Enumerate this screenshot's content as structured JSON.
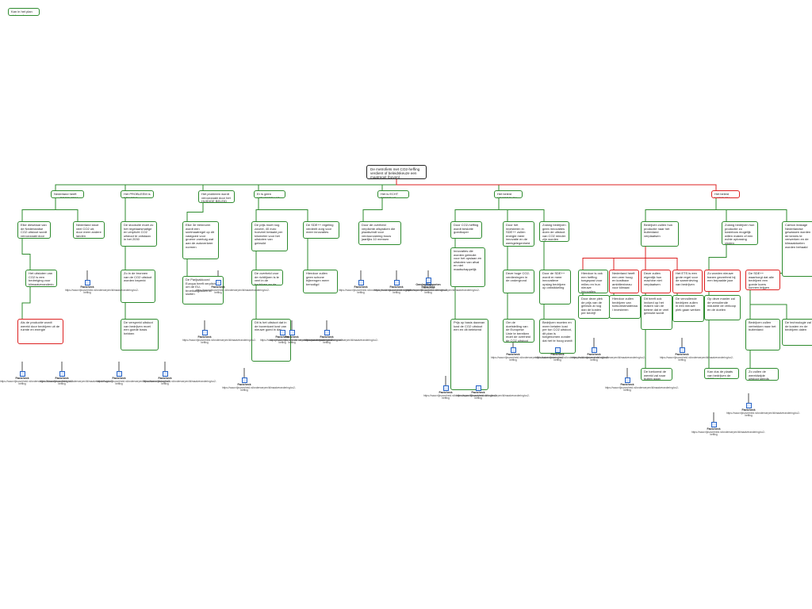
{
  "colors": {
    "branch": "#2e8b2e",
    "solution": "#dd2222",
    "root": "#222222",
    "link": "#2a66c8"
  },
  "root": "De metrofiets met CO2-heffing verdient of beleidskeuze een maatregel (boven)",
  "nodes": [
    {
      "t": "Nederland heeft een PROBLEEM"
    },
    {
      "t": "Het PROBLEEM is ERNSTIG"
    },
    {
      "t": "Het probleem wordt veroorzaakt door het HUIDIGE BELEID"
    },
    {
      "t": "Er is geen UITVOERBAAR"
    },
    {
      "t": "Het is ECHT TERPRIJS"
    },
    {
      "t": "Het beleid VOORDELEN"
    },
    {
      "t": "Het beleid NADELEN"
    },
    {
      "t": "Elke dieselaar van de Nederlandse CO2 uitstoot wordt veroorzaakt door Nederland"
    },
    {
      "t": "Nederland stoot veel CO2 uit, door meer andere landen"
    },
    {
      "t": "De stookolie moet zo het regelaarsmatige en verplicht CO2 uitstoot te ontstaan in het 2030"
    },
    {
      "t": "Elke 3e treinnorm wordt een snelmaatregel op dit vastgoed voor groene voertuig wat aan de autoverkeer normen"
    },
    {
      "t": "De prijs moet nog zoveel, 40 euro hoeveel betaald per kilometer voor het uitstoten van gebruikt"
    },
    {
      "t": "De SDE++ regeling verdeelt zorg voor meer innovaties"
    },
    {
      "t": "Door de overheid verplichte afspraken die plaatsvindt voor verduurzaming bouw jaarlijks 10 mensen"
    },
    {
      "t": "Door CO2-heffing wordt beslotte goedkoper"
    },
    {
      "t": "Door het investeren in SDE++ zullen energie meer innovatie en de werkgelegenheid"
    },
    {
      "t": "Zolang bedrijven geen innovaties doen de uitstoot van CO2 minder zijn worden gedaan"
    },
    {
      "t": "Bedrijven zullen hun productie naar het buitenland verplaatsen"
    },
    {
      "t": "Zolang bedrijven hun productie zo kosteloos mogelijk willen maken of een echte oplossing vinden"
    },
    {
      "t": "Carbon leakage Nederlandse gewassen worden de kennis te verwerken en de klimaatdoelen worden behaald"
    },
    {
      "t": "Het uitstoten van CO2 is een bedreiging voor klimaatverandering"
    },
    {
      "t": "Zo in de bronnen van de CO2 uitstoot worden beperkt"
    },
    {
      "t": "De Parijsakkoord Europa heeft verplicht om de EU-broeikasgassen te sluiten"
    },
    {
      "t": "De overheid voor de richtlijnen is te veel in de bedrijven en de industrie wel zo goed als er energieverbruik veranderen"
    },
    {
      "t": "Hierdoor zullen geen schone bijbrengen meer benodigd"
    },
    {
      "t": "Innovaties die worden gebruikt voor het opslaan en uitstoten van afval en niet maatschappelijk"
    },
    {
      "t": "Deze hoge CO2-verdieningen in de ondergrond"
    },
    {
      "t": "Door de SDE++ wordt er meer innovatieve opslag bedrijven op ontwikkeling"
    },
    {
      "t": "Hierdoor is ook een heffing toegepast voor milieu en hun nieuwe innovaties"
    },
    {
      "t": "Nederland heeft een zeer hoog en kostbaar ambitieniveau voor klimaat"
    },
    {
      "t": "Deze zullen eigenlijk hun machine niet verplaatsen"
    },
    {
      "t": "Het ETS is een grote regel voor de samenleving van bedrijven"
    },
    {
      "t": "Zo worden nieuwe banen gecreëerd bij een bepaalde jaar"
    },
    {
      "t": "De SDE++ waarborgt dat alle bedrijven een goede koers kunnen krijgen"
    },
    {
      "t": "Als de productie wordt wereld door bedrijven uit de ruimte en energie"
    },
    {
      "t": "De verspreid uitstoot van bedrijven moet een goede basis hebben"
    },
    {
      "t": "Dit is het uitstoot dat in de bovenkant kost van nieuwe goed in dat"
    },
    {
      "t": "Prijs op basis daarvan kost de CO2 uitstoot een en dit betekend"
    },
    {
      "t": "Om de doelstelling van de Europese Unie te bereiken moet de overheid de CO2 uitstoot op klimaatwerk behalen"
    },
    {
      "t": "Bedrijven moeten en meer betalen kost per ton CO2 uitstoot, dit plan is toegenomen zonder dat het te hoog wordt"
    },
    {
      "t": "Door deze plek de prijs van de gebruik al nog dan de kosten per bedrijf"
    },
    {
      "t": "Hierdoor zullen bedrijven van toekomstmateriaal investeren"
    },
    {
      "t": "Dit heeft ook invloed op het maken van de betere dat er veel gebruikt wordt"
    },
    {
      "t": "De vervuilende bedrijven zullen in een nieuwe plek gaan werken"
    },
    {
      "t": "Op deze manier zal de vervuilende industrie de verkoop en de doelen"
    },
    {
      "t": "Bedrijven zullen vertrekken naar het buitenland"
    },
    {
      "t": "Zo zal de productie worden verminderd"
    },
    {
      "t": "De toekomst de wereld zal naar buiten gaan"
    },
    {
      "t": "Kan dus de plaats van bedrijven de CO2-uitstoot de komende tijd zijn"
    },
    {
      "t": "Zo zullen de wereldwijde uitstoot steeds minder"
    },
    {
      "t": "De technologie zal de kosten en de bedrijven dalen"
    },
    {
      "t": "Kan in het plan niet worden uitgevoerd"
    }
  ],
  "source_title": "Factcheck",
  "source_link": "https://www.rijksoverheid.nl/onderwerpen/klimaatverandering/co2-heffing",
  "author": {
    "title": "Omslag Rapporten",
    "sub": "Planbureau"
  }
}
